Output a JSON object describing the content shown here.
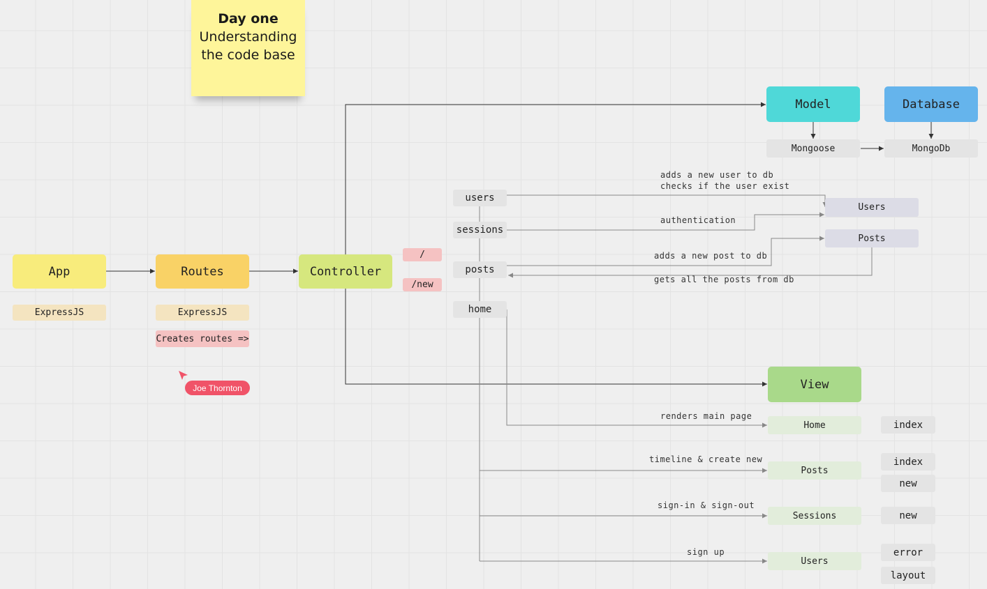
{
  "sticky": {
    "title": "Day one",
    "line1": "Understanding",
    "line2": "the code base"
  },
  "blocks": {
    "app": "App",
    "routes": "Routes",
    "controller": "Controller",
    "model": "Model",
    "database": "Database",
    "view": "View"
  },
  "pills": {
    "app_tech": "ExpressJS",
    "routes_tech": "ExpressJS",
    "creates_routes": "Creates routes =>",
    "route_root": "/",
    "route_new": "/new",
    "mongoose": "Mongoose",
    "mongodb": "MongoDb",
    "ctrl_users": "users",
    "ctrl_sessions": "sessions",
    "ctrl_posts": "posts",
    "ctrl_home": "home",
    "model_users": "Users",
    "model_posts": "Posts",
    "view_home": "Home",
    "view_posts": "Posts",
    "view_sessions": "Sessions",
    "view_users": "Users",
    "file_home_index": "index",
    "file_posts_index": "index",
    "file_posts_new": "new",
    "file_sessions_new": "new",
    "file_users_error": "error",
    "file_users_layout": "layout"
  },
  "labels": {
    "adds_user": "adds a new user to db\nchecks if the user exist",
    "authentication": "authentication",
    "adds_post": "adds a new post to db",
    "gets_posts": "gets all the posts from db",
    "renders_main": "renders main page",
    "timeline": "timeline & create new",
    "signin": "sign-in & sign-out",
    "signup": "sign up"
  },
  "collaborator": {
    "name": "Joe Thornton"
  },
  "colors": {
    "app": "#f8ec7c",
    "routes": "#f9d266",
    "controller": "#d6e77e",
    "model": "#4fd8d8",
    "database": "#65b4ec",
    "view": "#a9d98a",
    "pill_tan": "#f4e4c0",
    "pill_pink": "#f5c2c2",
    "pill_gray": "#e4e4e4",
    "pill_lavender": "#dcdce6",
    "pill_green": "#e2eddb",
    "cursor": "#f05368"
  }
}
